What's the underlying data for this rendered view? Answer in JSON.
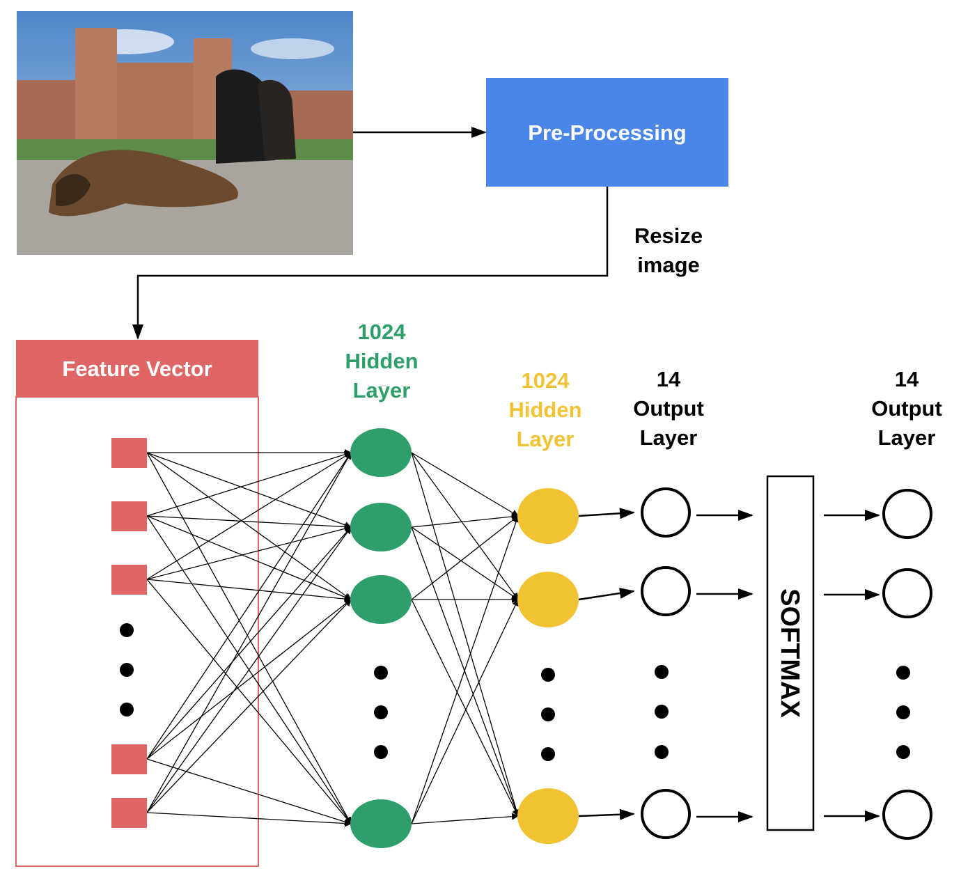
{
  "input_photo": {
    "description_icon": "photo-image"
  },
  "preprocess": {
    "label": "Pre-Processing"
  },
  "resize": {
    "line1": "Resize",
    "line2": "image"
  },
  "feature_vector": {
    "label": "Feature Vector"
  },
  "hidden1": {
    "count": "1024",
    "line2": "Hidden",
    "line3": "Layer"
  },
  "hidden2": {
    "count": "1024",
    "line2": "Hidden",
    "line3": "Layer"
  },
  "output1": {
    "count": "14",
    "line2": "Output",
    "line3": "Layer"
  },
  "output2": {
    "count": "14",
    "line2": "Output",
    "line3": "Layer"
  },
  "softmax": {
    "label": "SOFTMAX"
  },
  "colors": {
    "preprocess": "#4a86e8",
    "feature": "#e06666",
    "hidden1": "#2e9e6b",
    "hidden2": "#f1c232",
    "text": "#000000"
  }
}
